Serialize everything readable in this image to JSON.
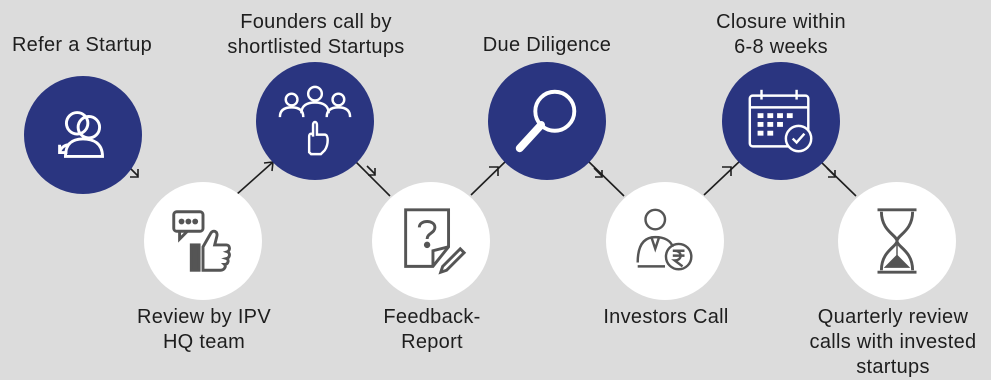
{
  "steps": [
    {
      "label": "Refer a Startup",
      "icon": "refer-person-icon"
    },
    {
      "label": "Review by IPV\nHQ team",
      "icon": "chat-thumbs-up-icon"
    },
    {
      "label": "Founders call by\nshortlisted Startups",
      "icon": "group-pointing-icon"
    },
    {
      "label": "Feedback-\nReport",
      "icon": "feedback-report-icon"
    },
    {
      "label": "Due Diligence",
      "icon": "magnifier-icon"
    },
    {
      "label": "Investors Call",
      "icon": "investor-rupee-icon"
    },
    {
      "label": "Closure within\n6-8 weeks",
      "icon": "calendar-check-icon"
    },
    {
      "label": "Quarterly review\ncalls with invested\nstartups",
      "icon": "hourglass-icon"
    }
  ],
  "colors": {
    "dark_circle": "#2a3580",
    "light_circle": "#ffffff",
    "connector": "#1e1e1e",
    "background": "#dcdcdc"
  }
}
